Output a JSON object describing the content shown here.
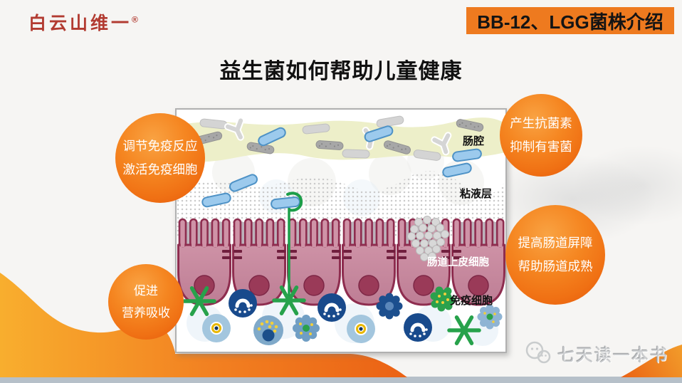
{
  "brand": {
    "name": "白云山维一",
    "registered": "®"
  },
  "banner": {
    "text": "BB-12、LGG菌株介绍",
    "bg_color": "#ee7a1f"
  },
  "title": "益生菌如何帮助儿童健康",
  "bubbles": {
    "immune_regulation": {
      "line1": "调节免疫反应",
      "line2": "激活免疫细胞"
    },
    "antibacterial": {
      "line1": "产生抗菌素",
      "line2": "抑制有害菌"
    },
    "barrier": {
      "line1": "提高肠道屏障",
      "line2": "帮助肠道成熟"
    },
    "nutrition": {
      "line1": "促进",
      "line2": "营养吸收"
    }
  },
  "diagram": {
    "labels": {
      "lumen": "肠腔",
      "mucus": "粘液层",
      "epithelium": "肠道上皮细胞",
      "immune_cells": "免疫细胞"
    }
  },
  "watermark": {
    "text": "七天读一本书"
  },
  "colors": {
    "accent_orange": "#f07818",
    "maroon": "#8e2d4f",
    "lumen_band": "#edefc9",
    "probiotic_blue": "#9ccaed",
    "immune_green": "#27a24b",
    "immune_navy": "#1b4f8a"
  }
}
